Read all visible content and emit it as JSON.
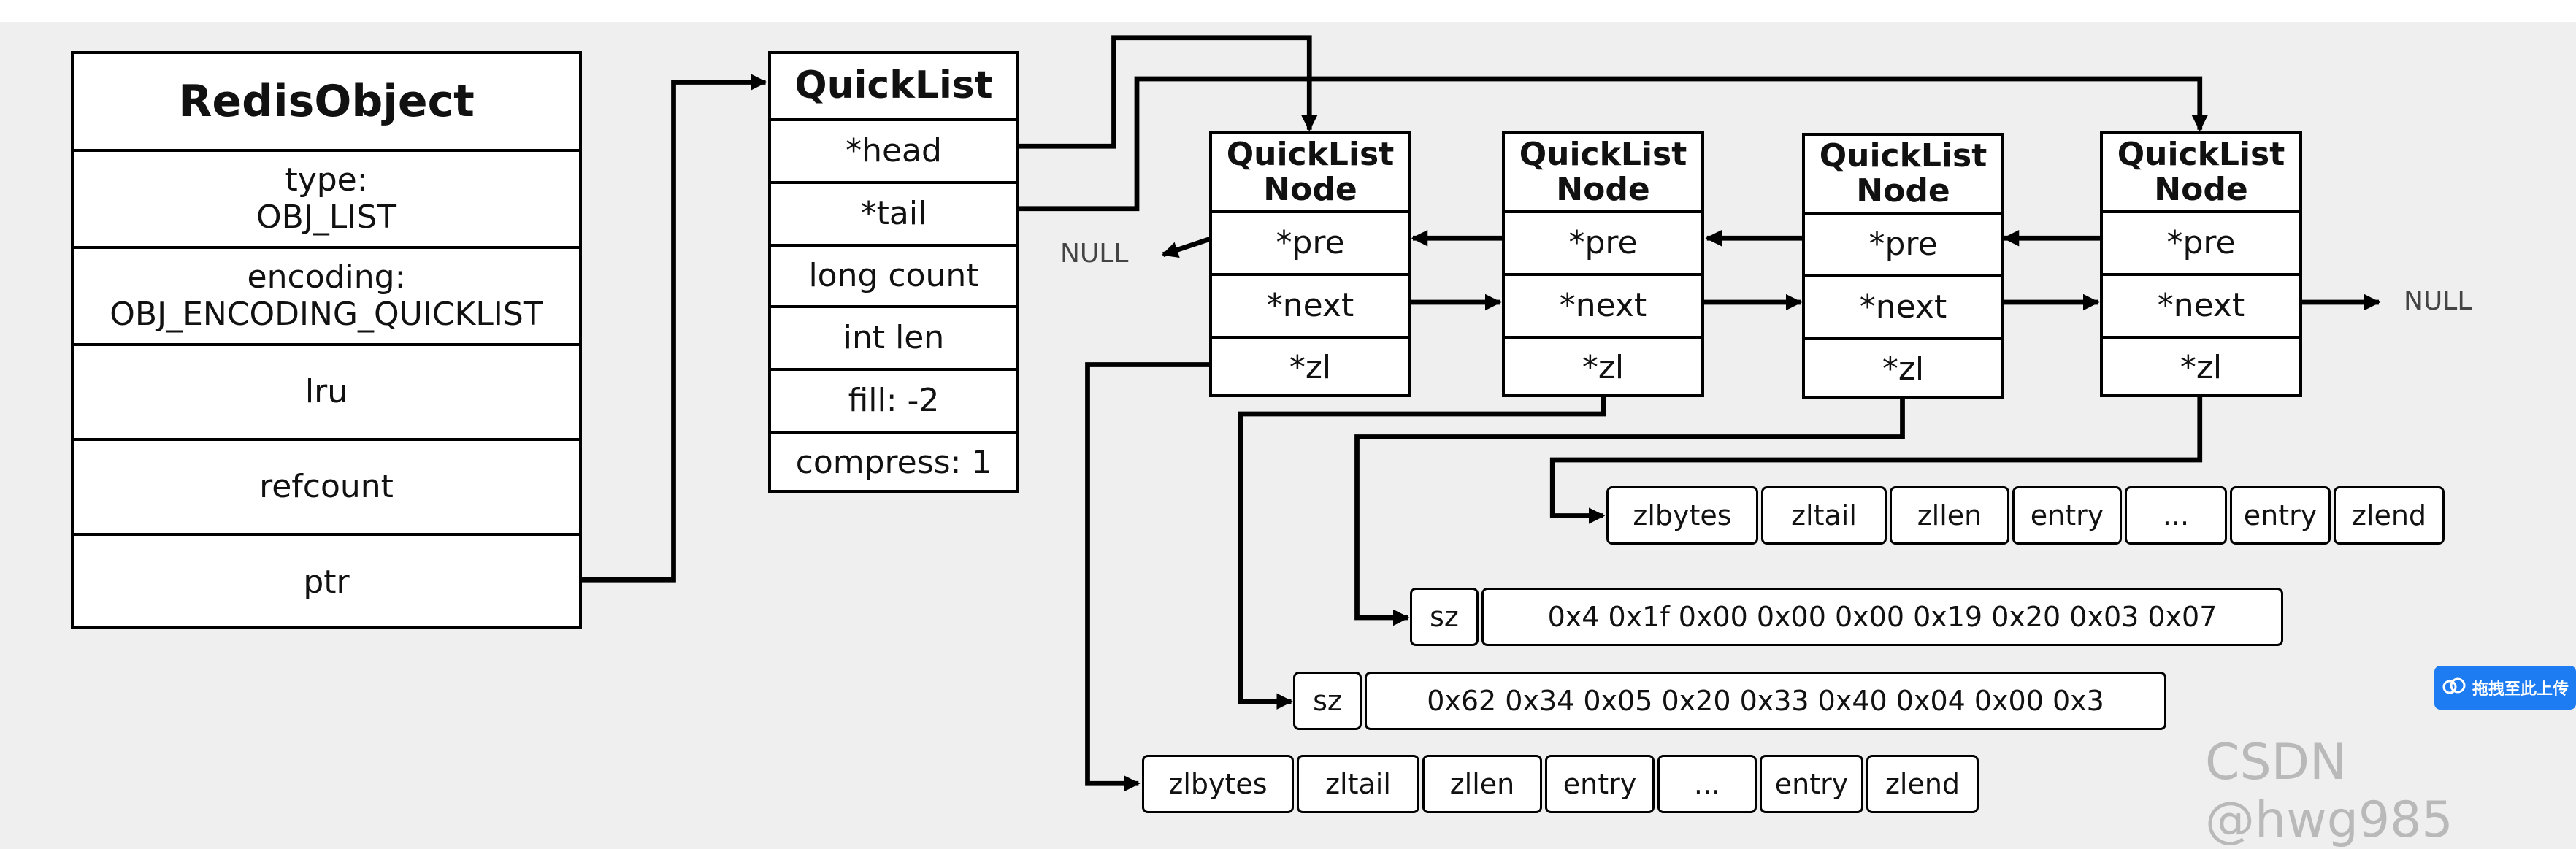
{
  "redis_object": {
    "title": "RedisObject",
    "fields": [
      "type:\nOBJ_LIST",
      "encoding:\nOBJ_ENCODING_QUICKLIST",
      "lru",
      "refcount",
      "ptr"
    ]
  },
  "quicklist": {
    "title": "QuickList",
    "fields": [
      "*head",
      "*tail",
      "long count",
      "int len",
      "fill: -2",
      "compress: 1"
    ]
  },
  "nodes": [
    {
      "title": "QuickList\nNode",
      "fields": [
        "*pre",
        "*next",
        "*zl"
      ]
    },
    {
      "title": "QuickList\nNode",
      "fields": [
        "*pre",
        "*next",
        "*zl"
      ]
    },
    {
      "title": "QuickList\nNode",
      "fields": [
        "*pre",
        "*next",
        "*zl"
      ]
    },
    {
      "title": "QuickList\nNode",
      "fields": [
        "*pre",
        "*next",
        "*zl"
      ]
    }
  ],
  "null_left": "NULL",
  "null_right": "NULL",
  "ziplist_top": [
    "zlbytes",
    "zltail",
    "zllen",
    "entry",
    "...",
    "entry",
    "zlend"
  ],
  "lzf_1": {
    "sz": "sz",
    "bytes": "0x4 0x1f 0x00 0x00 0x00 0x19 0x20 0x03 0x07"
  },
  "lzf_2": {
    "sz": "sz",
    "bytes": "0x62 0x34 0x05 0x20 0x33 0x40 0x04 0x00 0x3"
  },
  "ziplist_bottom": [
    "zlbytes",
    "zltail",
    "zllen",
    "entry",
    "...",
    "entry",
    "zlend"
  ],
  "upload_badge": "拖拽至此上传",
  "watermark": "CSDN @hwg985",
  "colors": {
    "line": "#000000",
    "background": "#efefef",
    "badge": "#1e7cf2"
  }
}
